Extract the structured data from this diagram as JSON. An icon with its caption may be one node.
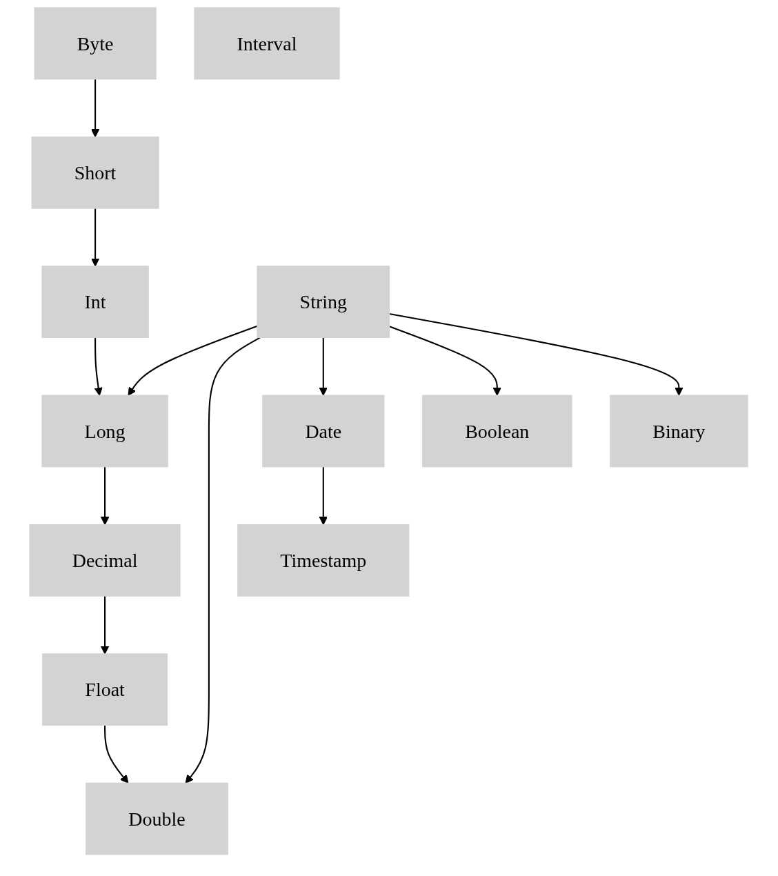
{
  "diagram": {
    "nodes": [
      {
        "text": [
          "Byte"
        ]
      },
      {
        "text": [
          "Short"
        ]
      },
      {
        "text": [
          "Int"
        ]
      },
      {
        "text": [
          "String"
        ]
      },
      {
        "text": [
          "Long"
        ]
      },
      {
        "text": [
          "Date"
        ]
      },
      {
        "text": [
          "Boolean"
        ]
      },
      {
        "text": [
          "Binary"
        ]
      },
      {
        "text": [
          "Interval"
        ]
      },
      {
        "text": [
          "Decimal"
        ]
      },
      {
        "text": [
          "Timestamp"
        ]
      },
      {
        "text": [
          "Float"
        ]
      },
      {
        "text": [
          "Double"
        ]
      }
    ],
    "edges": [
      {
        "from": 0,
        "to": 1,
        "arrow": "to"
      },
      {
        "from": 1,
        "to": 2,
        "arrow": "to"
      },
      {
        "from": 2,
        "to": 4,
        "arrow": "to"
      },
      {
        "from": 3,
        "to": 4,
        "arrow": "to"
      },
      {
        "from": 3,
        "to": 12,
        "arrow": "to"
      },
      {
        "from": 3,
        "to": 5,
        "arrow": "to"
      },
      {
        "from": 3,
        "to": 6,
        "arrow": "to"
      },
      {
        "from": 3,
        "to": 7,
        "arrow": "to"
      },
      {
        "from": 4,
        "to": 9,
        "arrow": "to"
      },
      {
        "from": 5,
        "to": 10,
        "arrow": "to"
      },
      {
        "from": 9,
        "to": 11,
        "arrow": "to"
      },
      {
        "from": 11,
        "to": 12,
        "arrow": "to"
      }
    ]
  }
}
